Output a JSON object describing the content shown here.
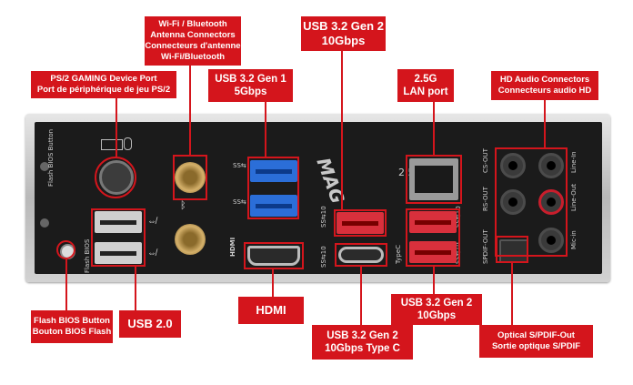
{
  "callouts": {
    "wifi": [
      "Wi-Fi / Bluetooth",
      "Antenna Connectors",
      "Connecteurs d'antenne",
      "Wi-Fi/Bluetooth"
    ],
    "usb_gen2_top": [
      "USB 3.2 Gen 2",
      "10Gbps"
    ],
    "ps2": [
      "PS/2 GAMING Device Port",
      "Port de périphérique de jeu PS/2"
    ],
    "usb_gen1": [
      "USB 3.2 Gen 1",
      "5Gbps"
    ],
    "lan": [
      "2.5G",
      "LAN port"
    ],
    "hd_audio": [
      "HD Audio Connectors",
      "Connecteurs audio HD"
    ],
    "hdmi": [
      "HDMI"
    ],
    "usb_gen2_right": [
      "USB 3.2 Gen 2",
      "10Gbps"
    ],
    "flash_bios": [
      "Flash BIOS Button",
      "Bouton BIOS Flash"
    ],
    "usb20": [
      "USB 2.0"
    ],
    "usb_typec": [
      "USB 3.2 Gen 2",
      "10Gbps Type C"
    ],
    "spdif": [
      "Optical S/PDIF-Out",
      "Sortie optique S/PDIF"
    ]
  },
  "panel": {
    "brand": "MAG",
    "lan_speed": "2.5G",
    "flash_bios_btn": "Flash BIOS Button",
    "flash_bios": "Flash BIOS",
    "hdmi_logo": "HDMI",
    "typec": "TypeC",
    "ss_logo": "SS⇆",
    "ss_10": "SS⇆10",
    "cs_out": "CS-OUT",
    "rs_out": "RS-OUT",
    "spdif_out": "SPDIF-OUT",
    "line_in": "Line-In",
    "line_out": "Line-Out",
    "mic_in": "Mic-in"
  }
}
